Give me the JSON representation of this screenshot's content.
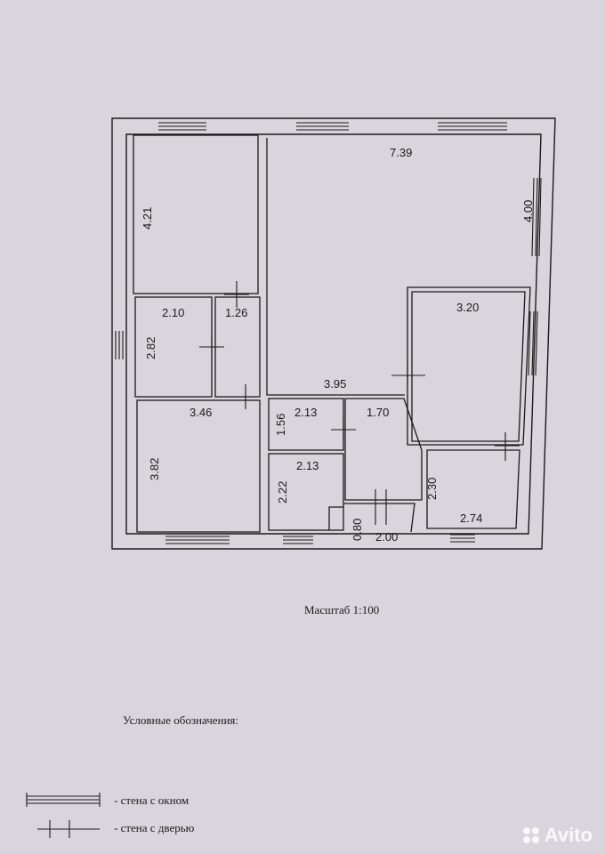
{
  "plan": {
    "dimensions": [
      "7.39",
      "4.00",
      "4.21",
      "2.10",
      "1.26",
      "2.82",
      "3.95",
      "3.20",
      "3.46",
      "1.56",
      "2.13",
      "1.70",
      "3.82",
      "2.13",
      "2.22",
      "2.30",
      "0.80",
      "2.00",
      "2.74"
    ]
  },
  "scale_label": "Масштаб 1:100",
  "legend": {
    "title": "Условные обозначения:",
    "window_label": "- стена с окном",
    "door_label": "- стена с дверью"
  },
  "watermark": "Avito"
}
